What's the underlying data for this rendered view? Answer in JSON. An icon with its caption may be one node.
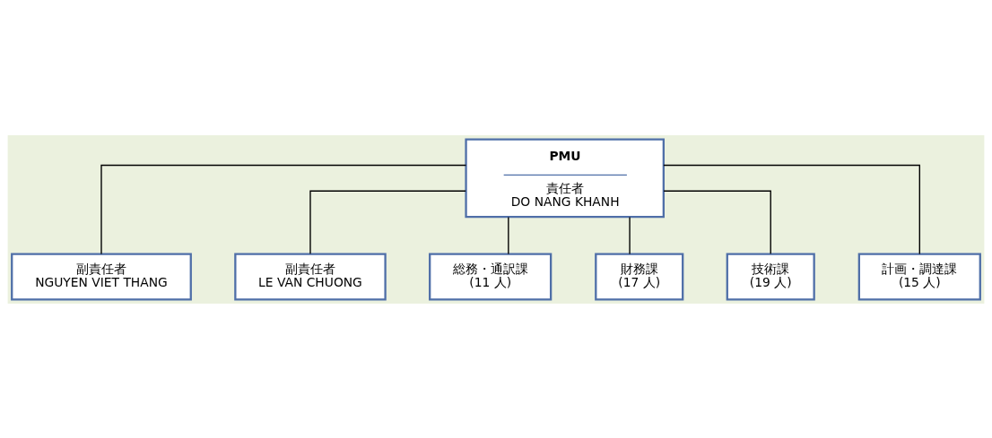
{
  "diagram": {
    "nodes": [
      {
        "text": [
          "PMU",
          "責任者 DO NANG KHANH"
        ]
      },
      {
        "text": [
          "副責任者 NGUYEN VIET THANG"
        ]
      },
      {
        "text": [
          "副責任者 LE VAN CHUONG"
        ]
      },
      {
        "text": [
          "総務・通訳課 (11 人)"
        ]
      },
      {
        "text": [
          "財務課 (17 人)"
        ]
      },
      {
        "text": [
          "技術課 (19 人)"
        ]
      },
      {
        "text": [
          "計画・調達課 (15 人)"
        ]
      }
    ],
    "edges": [
      {
        "from": 0,
        "to": 1,
        "arrow": "none"
      },
      {
        "from": 0,
        "to": 2,
        "arrow": "none"
      },
      {
        "from": 0,
        "to": 3,
        "arrow": "none"
      },
      {
        "from": 0,
        "to": 4,
        "arrow": "none"
      },
      {
        "from": 0,
        "to": 5,
        "arrow": "none"
      },
      {
        "from": 0,
        "to": 6,
        "arrow": "none"
      }
    ]
  }
}
